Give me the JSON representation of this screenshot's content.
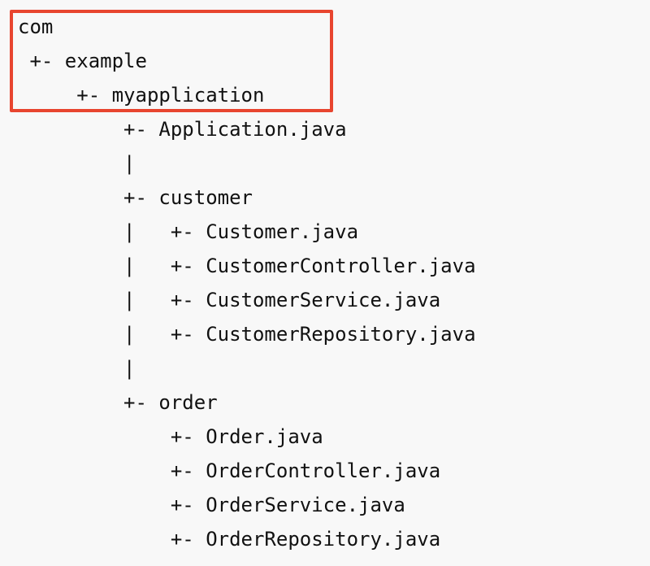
{
  "tree": {
    "lines": [
      "com",
      " +- example",
      "     +- myapplication",
      "         +- Application.java",
      "         |",
      "         +- customer",
      "         |   +- Customer.java",
      "         |   +- CustomerController.java",
      "         |   +- CustomerService.java",
      "         |   +- CustomerRepository.java",
      "         |",
      "         +- order",
      "             +- Order.java",
      "             +- OrderController.java",
      "             +- OrderService.java",
      "             +- OrderRepository.java"
    ]
  },
  "colors": {
    "highlight": "#e8452f",
    "text": "#111111",
    "background": "#f8f8f8"
  }
}
